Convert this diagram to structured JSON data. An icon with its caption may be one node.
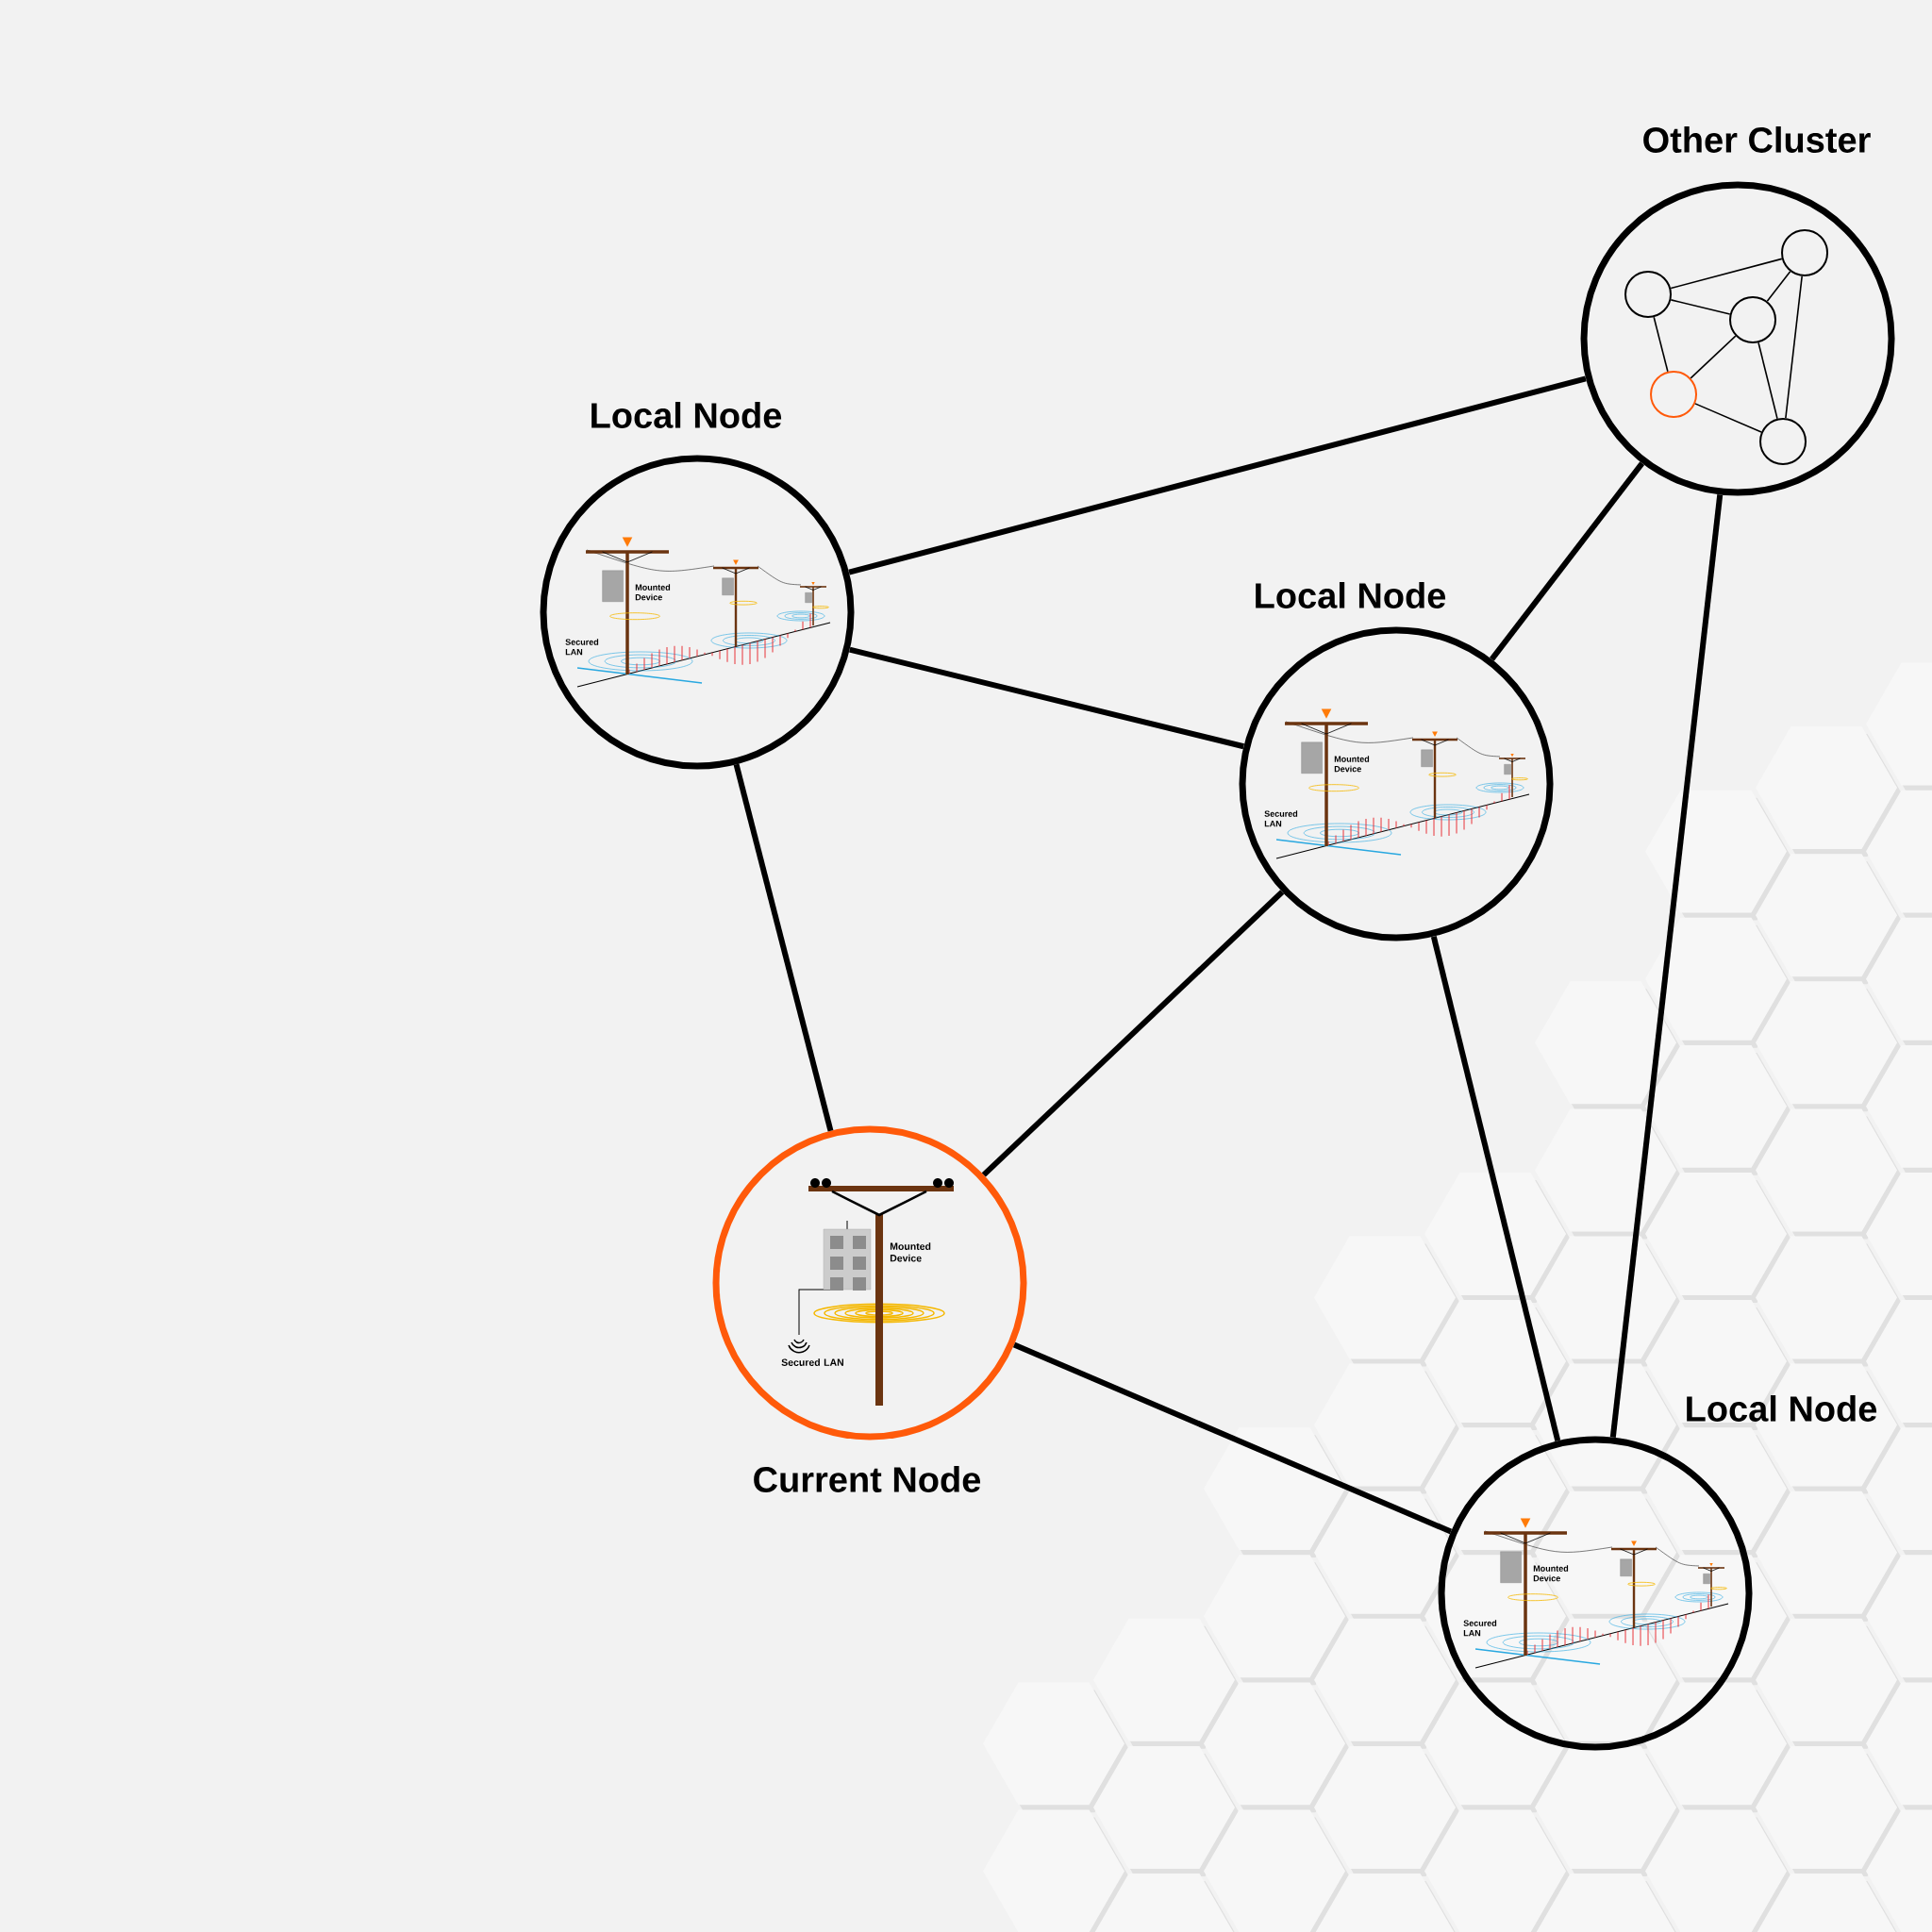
{
  "diagram": {
    "nodes": [
      {
        "text": [
          "Other Cluster"
        ]
      },
      {
        "text": [],
        "shape": "circle",
        "in": 0
      },
      {
        "text": [],
        "shape": "circle",
        "in": 0
      },
      {
        "text": [],
        "shape": "circle",
        "in": 0
      },
      {
        "text": [],
        "shape": "circle",
        "in": 0
      },
      {
        "text": [],
        "shape": "circle",
        "in": 0
      },
      {
        "text": [
          "Local Node"
        ]
      },
      {
        "text": [
          "Local Node"
        ]
      },
      {
        "text": [
          "Current Node"
        ]
      },
      {
        "text": [
          "Local Node"
        ]
      }
    ],
    "edges": [
      {
        "from": 6,
        "to": 0,
        "arrow": "none",
        "style": "thick"
      },
      {
        "from": 6,
        "to": 7,
        "arrow": "none",
        "style": "thick"
      },
      {
        "from": 6,
        "to": 8,
        "arrow": "none",
        "style": "thick"
      },
      {
        "from": 7,
        "to": 0,
        "arrow": "none",
        "style": "thick"
      },
      {
        "from": 7,
        "to": 8,
        "arrow": "none",
        "style": "thick"
      },
      {
        "from": 7,
        "to": 9,
        "arrow": "none",
        "style": "thick"
      },
      {
        "from": 0,
        "to": 9,
        "arrow": "none",
        "style": "thick"
      },
      {
        "from": 8,
        "to": 9,
        "arrow": "none",
        "style": "thick"
      },
      {
        "from": 1,
        "to": 2,
        "arrow": "none"
      },
      {
        "from": 1,
        "to": 3,
        "arrow": "none"
      },
      {
        "from": 1,
        "to": 4,
        "arrow": "none"
      },
      {
        "from": 2,
        "to": 3,
        "arrow": "none"
      },
      {
        "from": 2,
        "to": 5,
        "arrow": "none"
      },
      {
        "from": 3,
        "to": 4,
        "arrow": "none"
      },
      {
        "from": 3,
        "to": 5,
        "arrow": "none"
      },
      {
        "from": 4,
        "to": 5,
        "arrow": "none"
      }
    ],
    "labels": [
      "Mounted Device",
      "Secured LAN",
      "Mounted Device",
      "Secured LAN",
      "Mounted Device",
      "Secured LAN",
      "Mounted Device",
      "Secured LAN"
    ]
  }
}
